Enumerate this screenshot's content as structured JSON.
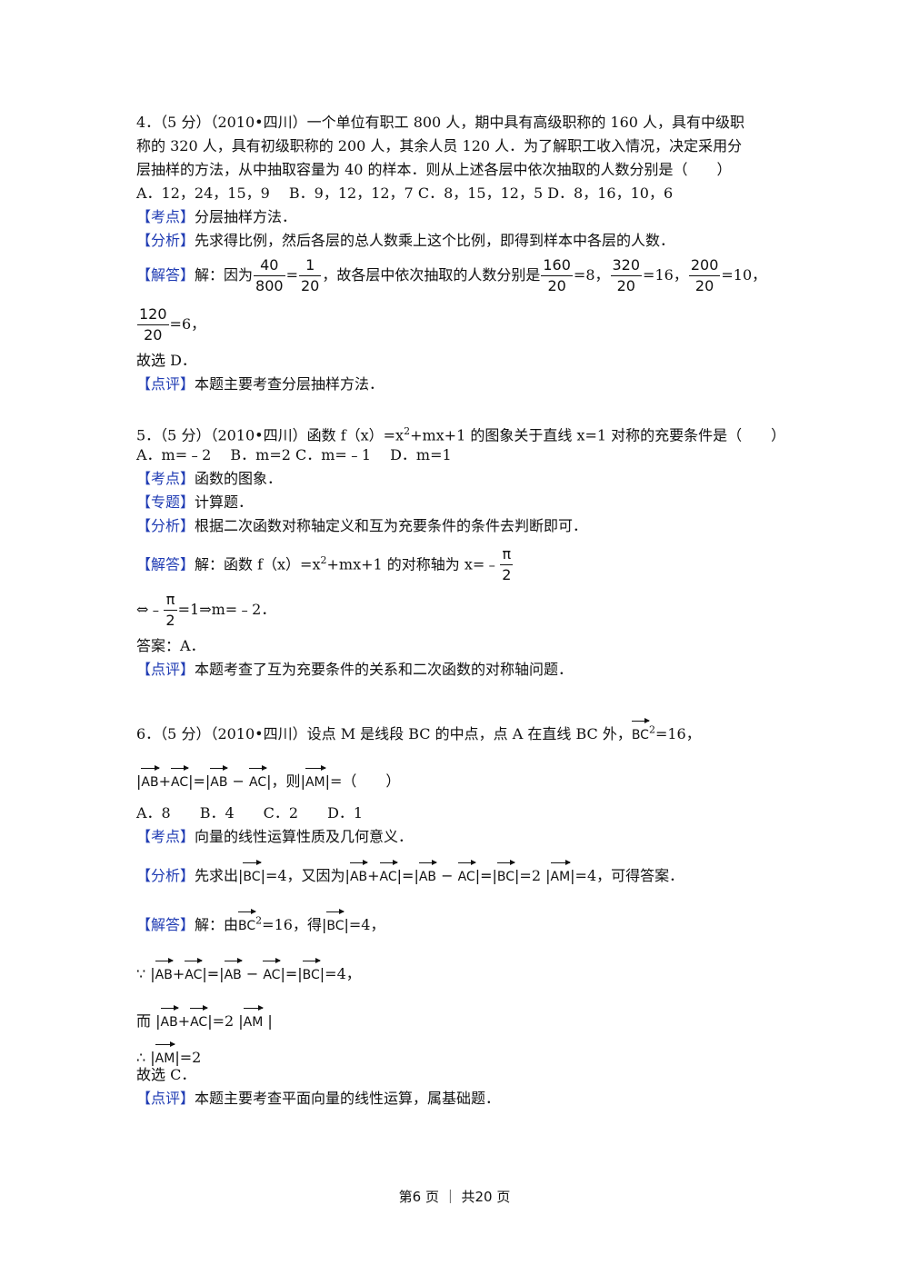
{
  "q4": {
    "l1": "4．（5 分）（2010•四川）一个单位有职工 800 人，期中具有高级职称的 160 人，具有中级职",
    "l2": "称的 320 人，具有初级职称的 200 人，其余人员 120 人．为了解职工收入情况，决定采用分",
    "l3": "层抽样的方法，从中抽取容量为 40 的样本．则从上述各层中依次抽取的人数分别是（　　）",
    "options": "A．12，24，15，9　 B．9，12，12，7 C．8，15，12，5 D．8，16，10，6",
    "kd_tag": "【考点】",
    "kd": "分层抽样方法．",
    "fx_tag": "【分析】",
    "fx": "先求得比例，然后各层的总人数乘上这个比例，即得到样本中各层的人数．",
    "jd_tag": "【解答】",
    "jd_a": "解：因为",
    "f1n": "40",
    "f1d": "800",
    "eq": "=",
    "f2n": "1",
    "f2d": "20",
    "jd_b": "，故各层中依次抽取的人数分别是",
    "f3n": "160",
    "f3d": "20",
    "r3": "=8，",
    "f4n": "320",
    "f4d": "20",
    "r4": "=16，",
    "f5n": "200",
    "f5d": "20",
    "r5": "=10，",
    "f6n": "120",
    "f6d": "20",
    "r6": "=6，",
    "ans": "故选 D．",
    "dp_tag": "【点评】",
    "dp": "本题主要考查分层抽样方法．"
  },
  "q5": {
    "l1a": "5．（5 分）（2010•四川）函数 f（x）=x",
    "sup": "2",
    "l1b": "+mx+1 的图象关于直线 x=1 对称的充要条件是（　　）",
    "options": "A．m=﹣2　 B．m=2 C．m=﹣1　 D．m=1",
    "kd_tag": "【考点】",
    "kd": "函数的图象．",
    "zt_tag": "【专题】",
    "zt": "计算题．",
    "fx_tag": "【分析】",
    "fx": "根据二次函数对称轴定义和互为充要条件的条件去判断即可．",
    "jd_tag": "【解答】",
    "jd_a": "解：函数 f（x）=x",
    "jd_b": "+mx+1 的对称轴为 x=﹣",
    "pi": "π",
    "two": "2",
    "l2a": "⇔﹣",
    "l2b": "=1⇒m=﹣2．",
    "ans": "答案：A．",
    "dp_tag": "【点评】",
    "dp": "本题考查了互为充要条件的关系和二次函数的对称轴问题．"
  },
  "q6": {
    "l1a": "6．（5 分）（2010•四川）设点 M 是线段 BC 的中点，点 A 在直线 BC 外，",
    "BC": "BC",
    "AB": "AB",
    "AC": "AC",
    "AM": "AM",
    "sq": "2",
    "l1b": "=16，",
    "l2_then": "，则",
    "l2_end": "=（　　）",
    "options": "A．8　　B．4　　C．2　　D．1",
    "kd_tag": "【考点】",
    "kd": "向量的线性运算性质及几何意义．",
    "fx_tag": "【分析】",
    "fx_a": "先求出",
    "fx_b": "=4，又因为",
    "fx_c": "=2",
    "fx_d": "=4，可得答案．",
    "jd_tag": "【解答】",
    "jd_a": "解：由",
    "jd_b": "=16，得",
    "jd_c": "=4，",
    "because": "∵",
    "because_end": "=4，",
    "er": "而",
    "er_end": "=2",
    "so": "∴",
    "so_end": "=2",
    "ans": "故选 C．",
    "dp_tag": "【点评】",
    "dp": "本题主要考查平面向量的线性运算，属基础题．"
  },
  "footer": "第6 页 ｜ 共20 页"
}
